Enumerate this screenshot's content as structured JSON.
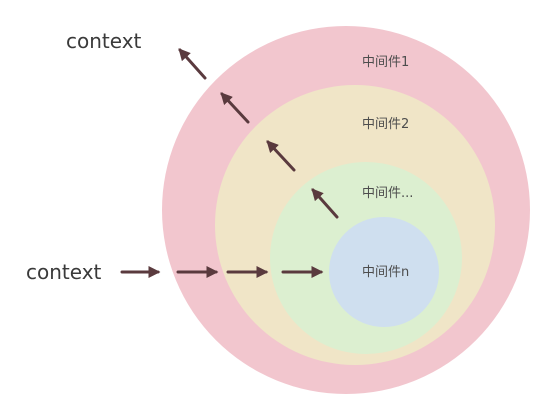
{
  "labels": {
    "context_in": "context",
    "context_out": "context"
  },
  "layers": [
    {
      "label": "中间件1",
      "color": "#f2c6ce"
    },
    {
      "label": "中间件2",
      "color": "#f0e5c7"
    },
    {
      "label": "中间件...",
      "color": "#dcefd0"
    },
    {
      "label": "中间件n",
      "color": "#cfdfef"
    }
  ],
  "arrow_color": "#5a3a3e"
}
